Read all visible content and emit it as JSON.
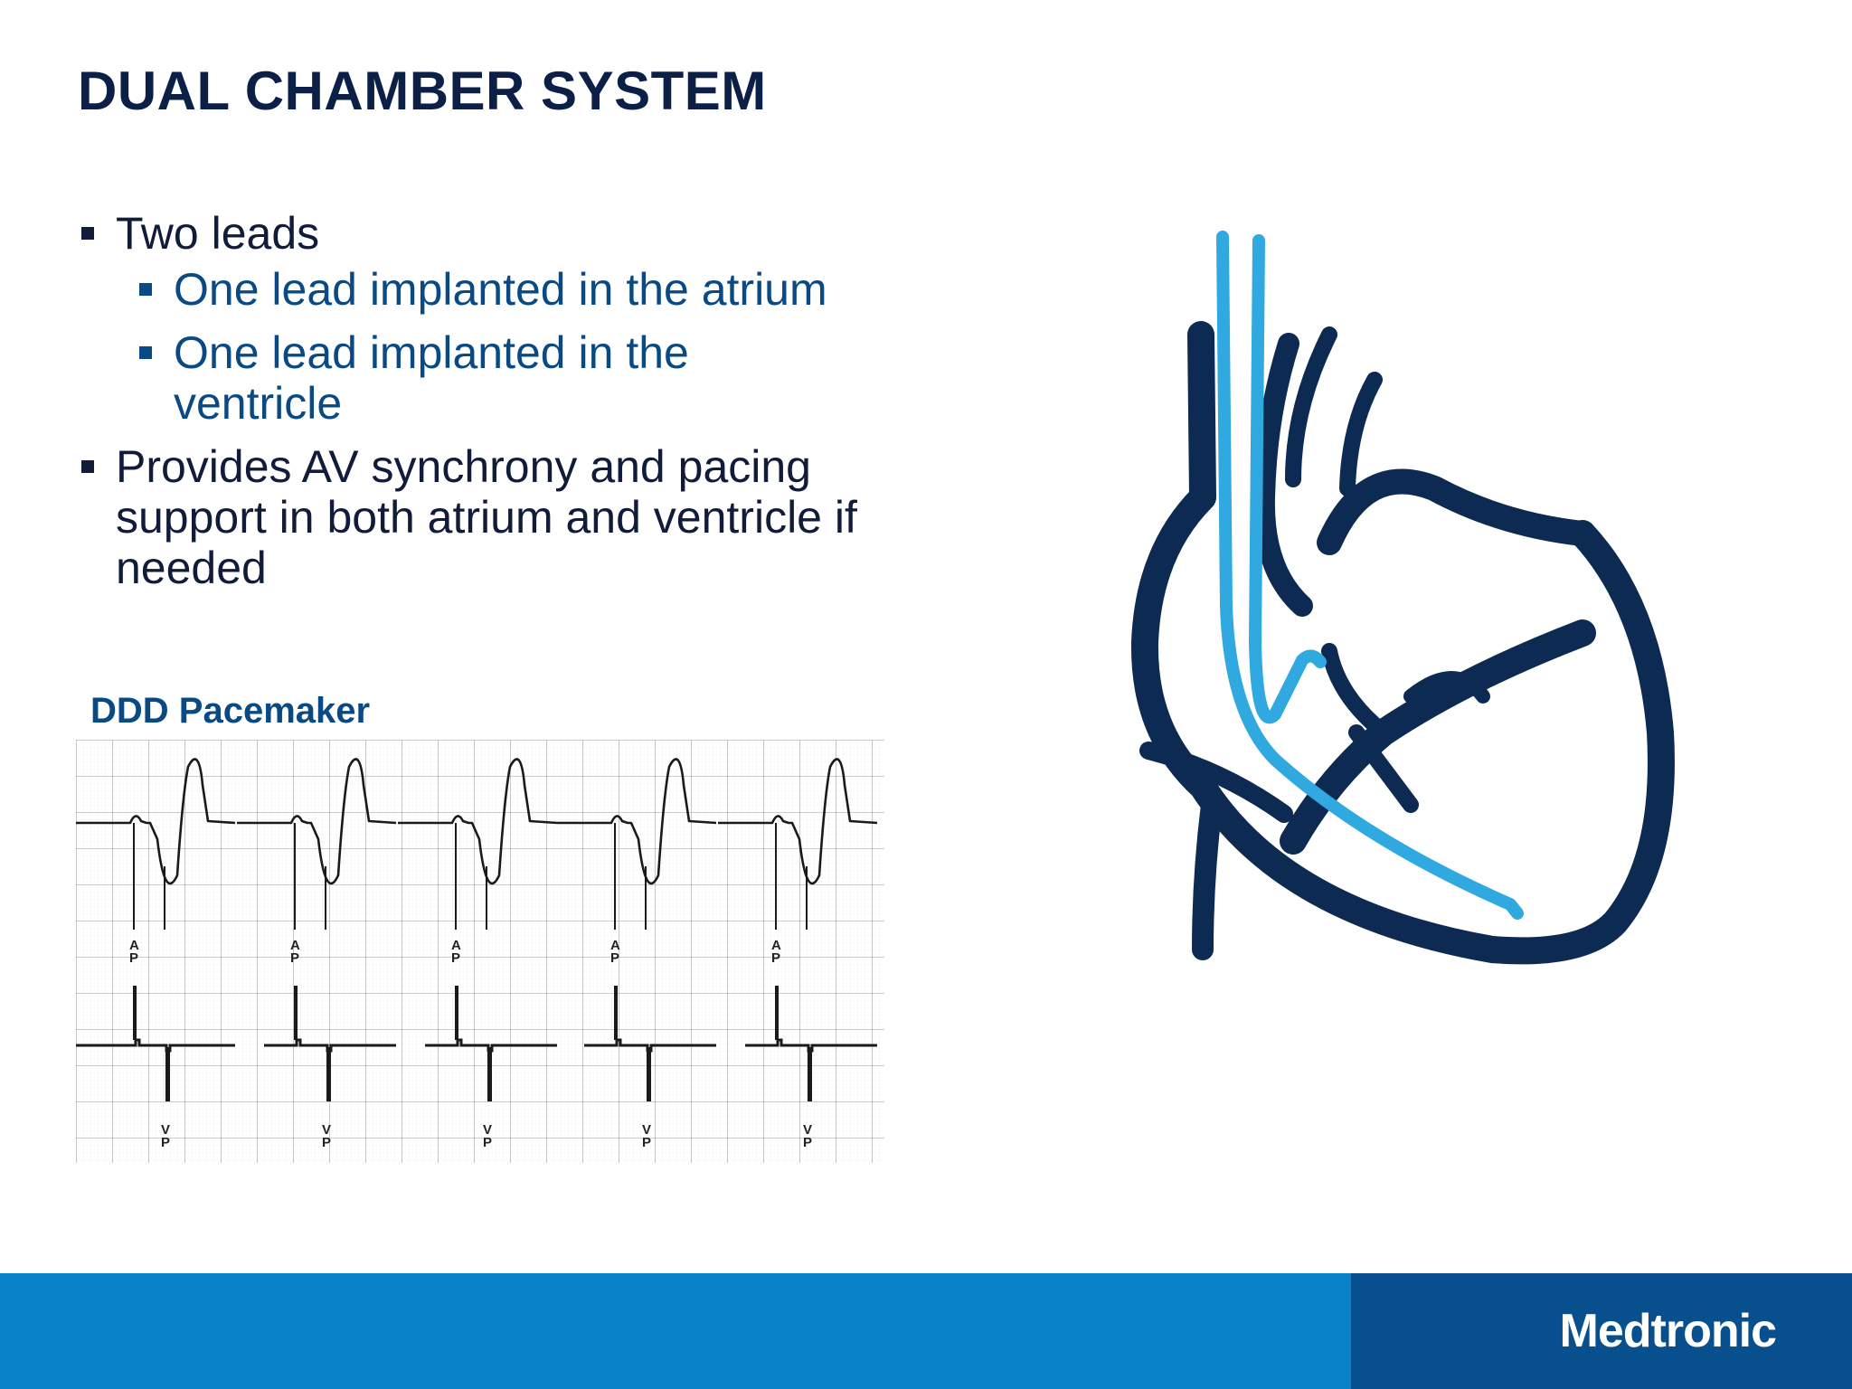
{
  "slide": {
    "title": "DUAL CHAMBER SYSTEM",
    "bullets": [
      {
        "text": "Two leads",
        "level": 1
      },
      {
        "text": "One lead implanted in the atrium",
        "level": 2
      },
      {
        "text": "One lead implanted in the ventricle",
        "level": 2
      },
      {
        "text": "Provides AV synchrony and pacing support in both atrium and ventricle if needed",
        "level": 1
      }
    ],
    "ecg_label": "DDD Pacemaker",
    "pacing_marks": {
      "atrial": "AP",
      "ventricular": "VP"
    },
    "footer_logo": "Medtronic"
  },
  "colors": {
    "title": "#0b1f47",
    "bullet_level1": "#111c3a",
    "bullet_level2": "#0a4a84",
    "heart_dark": "#0d2a52",
    "lead_light": "#2fa9e0",
    "footer_blue": "#0a82c8",
    "footer_dark": "#084f8e"
  }
}
